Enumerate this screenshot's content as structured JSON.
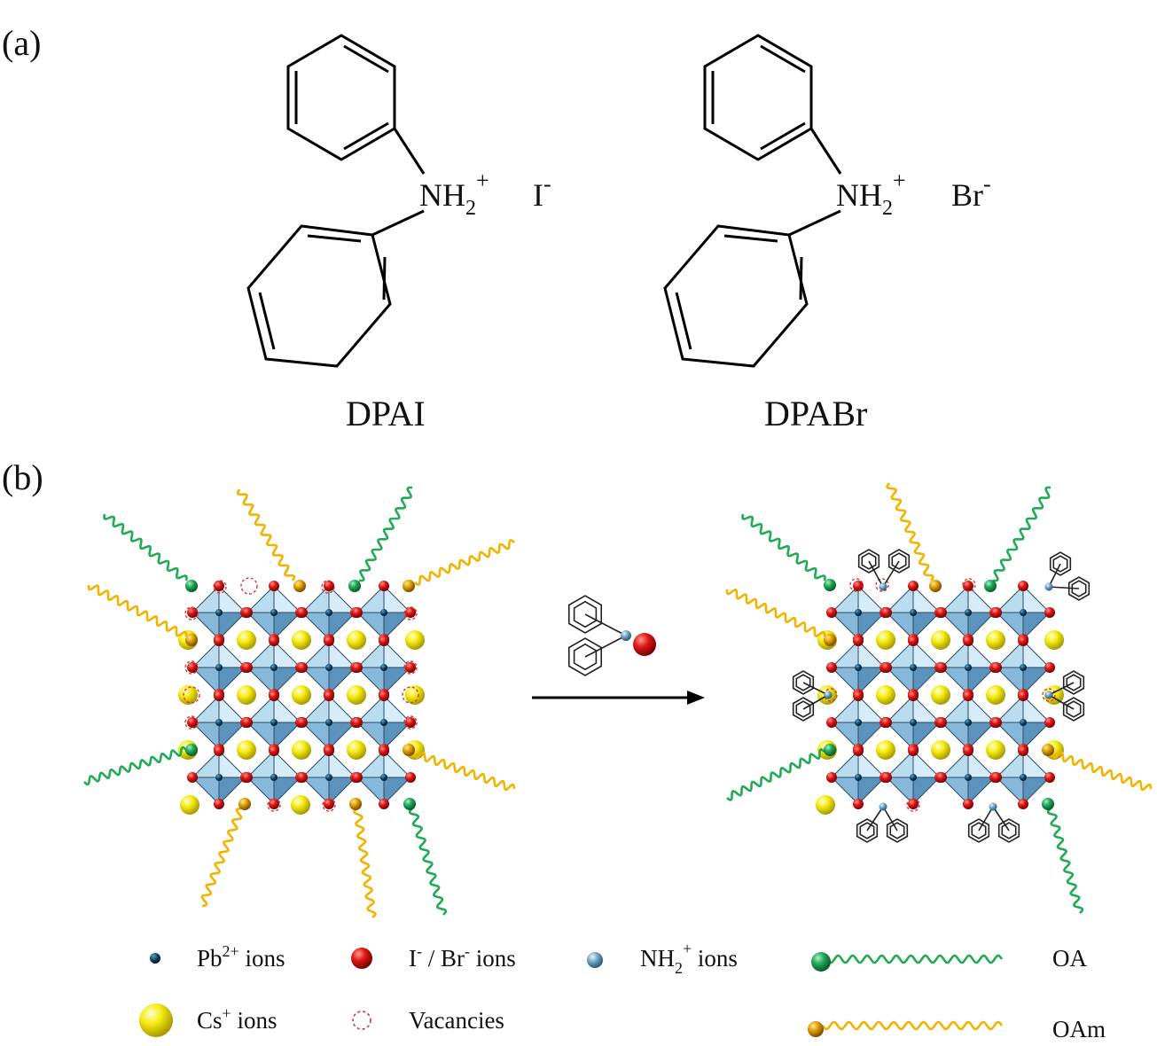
{
  "panel_a": {
    "label": "(a)",
    "molecule_1": {
      "cation_main": "NH",
      "cation_sub": "2",
      "cation_sup": "+",
      "anion_main": "I",
      "anion_sup": "-",
      "name": "DPAI"
    },
    "molecule_2": {
      "cation_main": "NH",
      "cation_sub": "2",
      "cation_sup": "+",
      "anion_main": "Br",
      "anion_sup": "-",
      "name": "DPABr"
    }
  },
  "panel_b": {
    "label": "(b)",
    "legend": {
      "pb": {
        "main": "Pb",
        "sup": "2+",
        "rest": " ions"
      },
      "halide": {
        "main": "I",
        "sup1": "-",
        "mid": " / Br",
        "sup2": "-",
        "rest": " ions"
      },
      "nh2": {
        "main": "NH",
        "sub": "2",
        "sup": "+",
        "rest": " ions"
      },
      "oa": "OA",
      "cs": {
        "main": "Cs",
        "sup": "+",
        "rest": " ions"
      },
      "vacancies": "Vacancies",
      "oam": "OAm"
    }
  },
  "colors": {
    "octahedron_light": "#b9dcef",
    "octahedron_dark": "#5b93bd",
    "pb": "#0d3d5c",
    "halide": "#d01010",
    "cs": "#f2e600",
    "nh2": "#6aa0c0",
    "oa_chain": "#22aa55",
    "oam_chain": "#f2b200",
    "vacancy": "#e03030"
  }
}
